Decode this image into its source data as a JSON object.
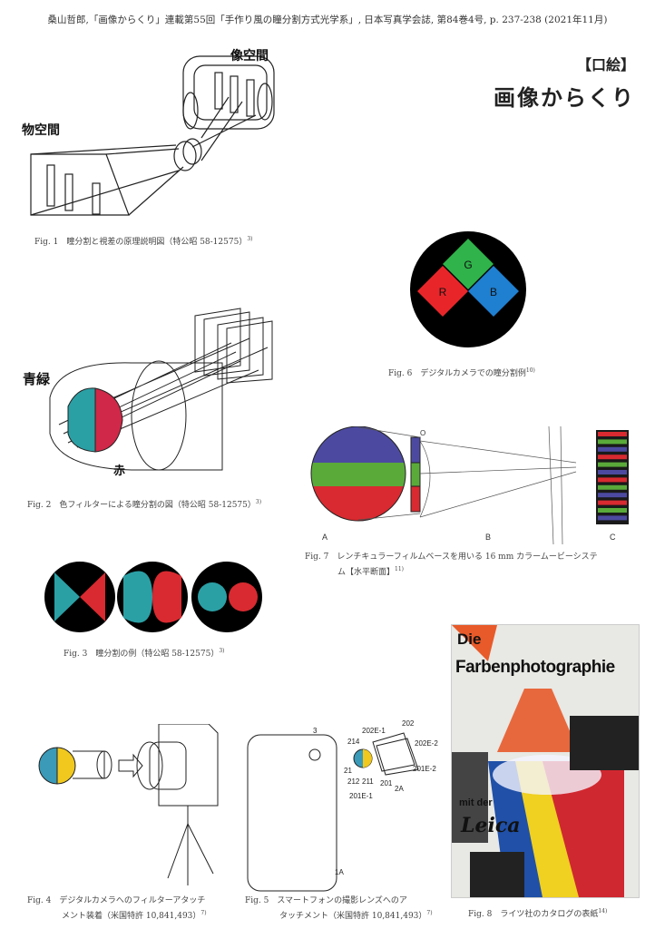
{
  "header": "桑山哲郎,「画像からくり」連載第55回「手作り風の瞳分割方式光学系」, 日本写真学会誌, 第84巻4号, p. 237-238 (2021年11月)",
  "section_label": "【口絵】",
  "title": "画像からくり",
  "figures": {
    "fig1": {
      "caption": "Fig. 1　瞳分割と視差の原理説明図（特公昭 58-12575）",
      "ref": "3)",
      "labels": {
        "image_space": "像空間",
        "object_space": "物空間"
      }
    },
    "fig2": {
      "caption": "Fig. 2　色フィルターによる瞳分割の図（特公昭 58-12575）",
      "ref": "3)",
      "labels": {
        "blue_green": "青緑",
        "red": "赤"
      }
    },
    "fig3": {
      "caption": "Fig. 3　瞳分割の例（特公昭 58-12575）",
      "ref": "3)"
    },
    "fig4": {
      "caption_line1": "Fig. 4　デジタルカメラへのフィルターアタッチ",
      "caption_line2": "メント装着（米国特許 10,841,493）",
      "ref": "7)"
    },
    "fig5": {
      "caption_line1": "Fig. 5　スマートフォンの撮影レンズへのア",
      "caption_line2": "タッチメント（米国特許 10,841,493）",
      "ref": "7)",
      "labels": {
        "n3": "3",
        "n202": "202",
        "n202E1": "202E-1",
        "n202E2": "202E-2",
        "n214": "214",
        "n21": "21",
        "n212": "212",
        "n211": "211",
        "n201": "201",
        "n201E2": "201E-2",
        "n201E1": "201E-1",
        "n2A": "2A",
        "n1A": "1A"
      }
    },
    "fig6": {
      "caption": "Fig. 6　デジタルカメラでの瞳分割例",
      "ref": "10)",
      "labels": {
        "g": "G",
        "r": "R",
        "b": "B"
      },
      "colors": {
        "green": "#2fb34a",
        "red": "#e8262a",
        "blue": "#1f7fd0"
      }
    },
    "fig7": {
      "caption_line1": "Fig. 7　レンチキュラーフィルムベースを用いる 16 mm カラームービーシステ",
      "caption_line2": "ム【水平断面】",
      "ref": "11)",
      "labels": {
        "a": "A",
        "b": "B",
        "c": "C",
        "o": "O"
      }
    },
    "fig8": {
      "caption": "Fig. 8　ライツ社のカタログの表紙",
      "ref": "14)",
      "poster": {
        "die": "Die",
        "main": "Farbenphotographie",
        "mit": "mit der",
        "brand": "Leica"
      }
    }
  }
}
